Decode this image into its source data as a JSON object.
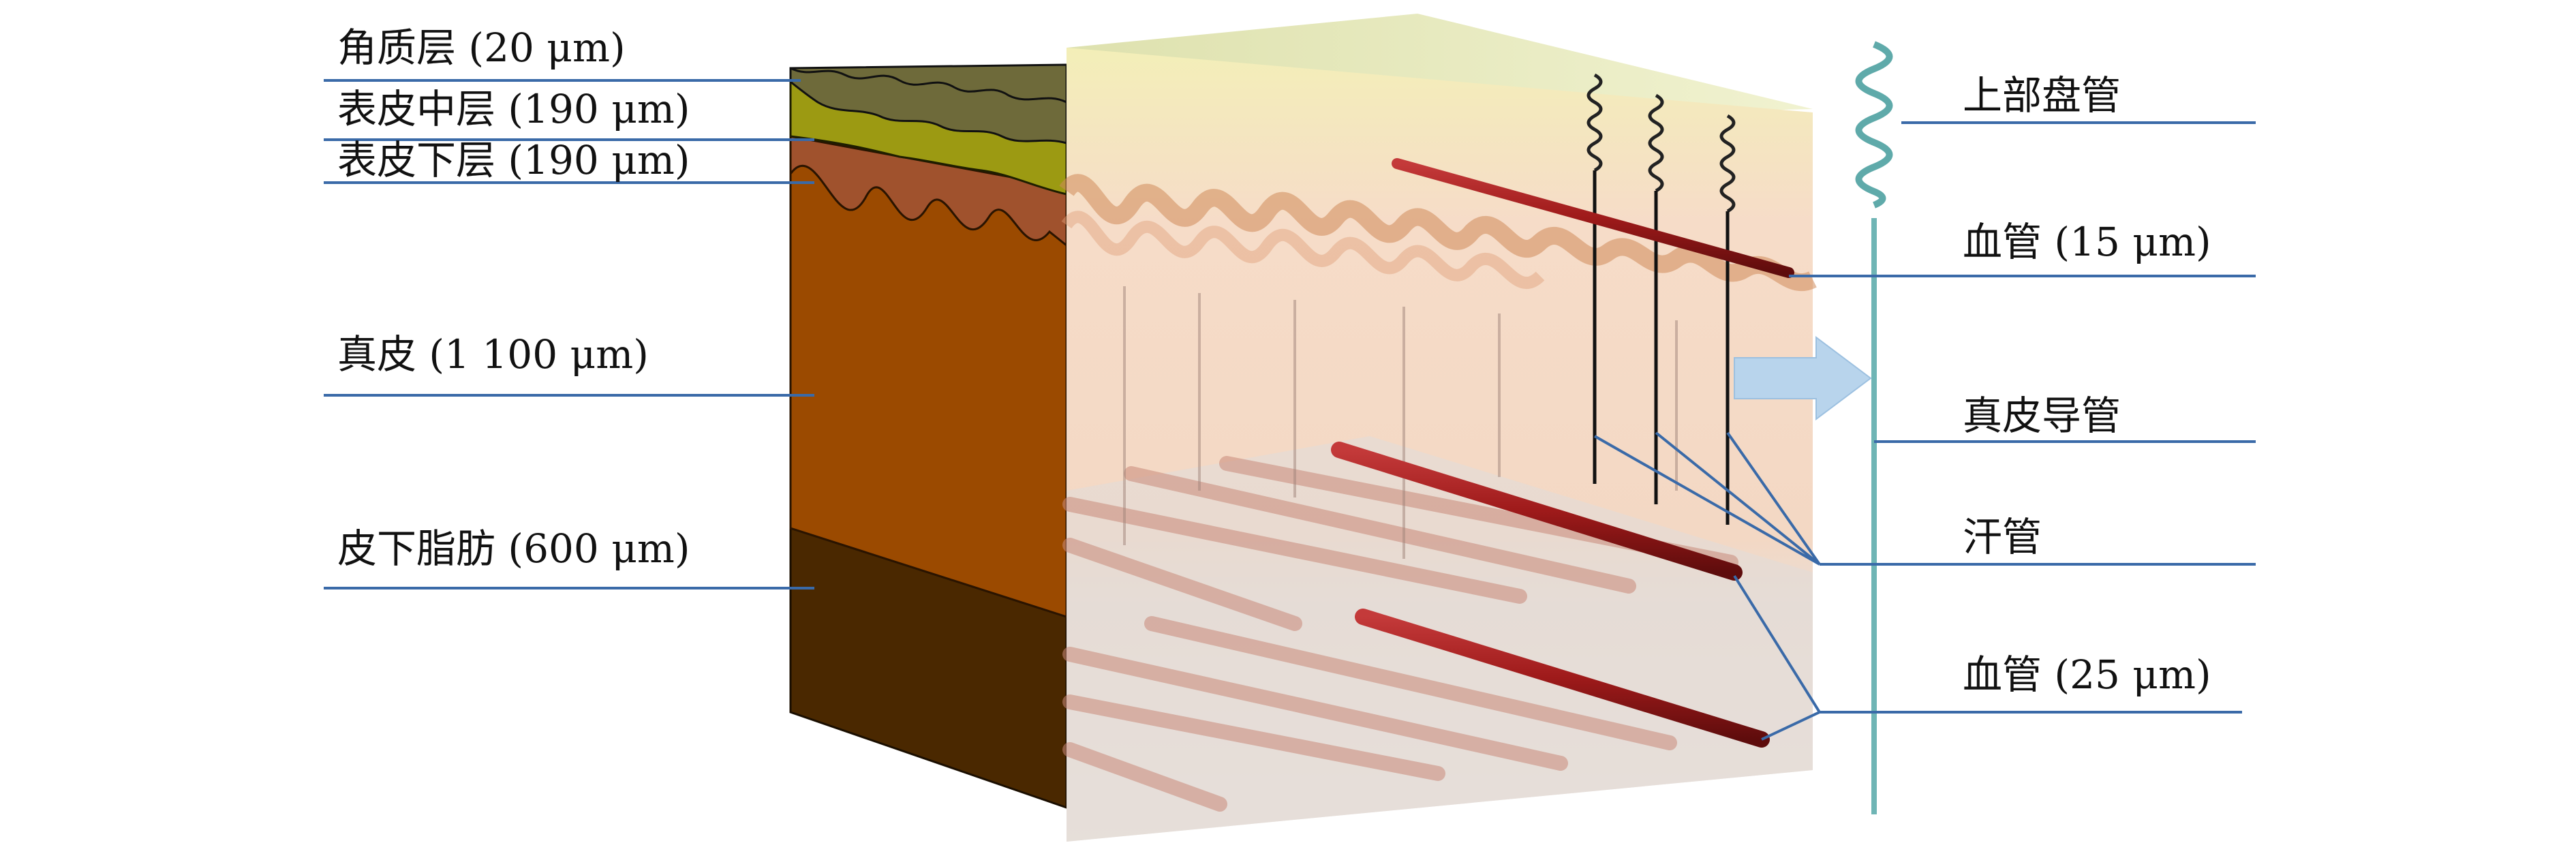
{
  "diagram": {
    "left_labels": {
      "stratum_corneum": "角质层 (20 μm)",
      "mid_epidermis": "表皮中层 (190 μm)",
      "lower_epidermis": "表皮下层 (190 μm)",
      "dermis": "真皮 (1 100 μm)",
      "hypodermis": "皮下脂肪 (600 μm)"
    },
    "right_labels": {
      "upper_coil": "上部盘管",
      "vessel_small": "血管 (15 μm)",
      "dermal_duct": "真皮导管",
      "sweat_duct": "汗管",
      "vessel_large": "血管 (25 μm)"
    },
    "colors": {
      "leader_line": "#3a6aa8",
      "stratum_corneum": "#6e6a3a",
      "mid_epidermis": "#9c9a12",
      "lower_epidermis": "#a0522d",
      "dermis": "#9b4a00",
      "hypodermis": "#4a2800",
      "blood_vessel": "#9e1a1a",
      "sweat_duct": "#6fb5b5",
      "arrow": "#b8d4ec"
    }
  }
}
